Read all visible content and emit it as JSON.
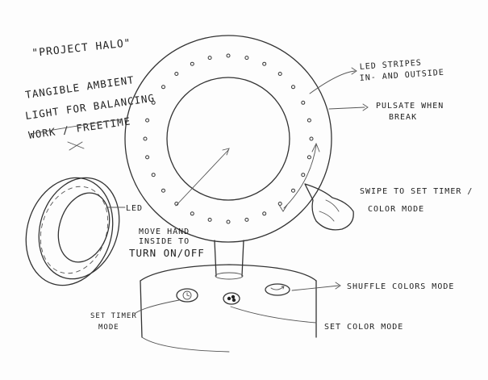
{
  "title": "\"PROJECT HALO\"",
  "subtitle": {
    "line1": "TANGIBLE AMBIENT",
    "line2": "LIGHT FOR BALANCING",
    "line3": "WORK / FREETIME"
  },
  "annotations": {
    "led_stripes_1": "LED STRIPES",
    "led_stripes_2": "IN- AND OUTSIDE",
    "pulsate_1": "PULSATE WHEN",
    "pulsate_2": "BREAK",
    "swipe_1": "SWIPE TO SET TIMER /",
    "swipe_2": "COLOR MODE",
    "led": "LED",
    "move_hand_1": "MOVE HAND",
    "move_hand_2": "INSIDE TO",
    "move_hand_3": "TURN ON/OFF",
    "shuffle": "SHUFFLE COLORS MODE",
    "set_timer_1": "SET TIMER",
    "set_timer_2": "MODE",
    "set_color": "SET COLOR MODE"
  },
  "icons": {
    "timer_button": "clock-icon",
    "color_button": "color-dots-icon",
    "shuffle_button": "shuffle-icon"
  },
  "colors": {
    "ink": "#333333",
    "paper": "#fdfdfd"
  }
}
